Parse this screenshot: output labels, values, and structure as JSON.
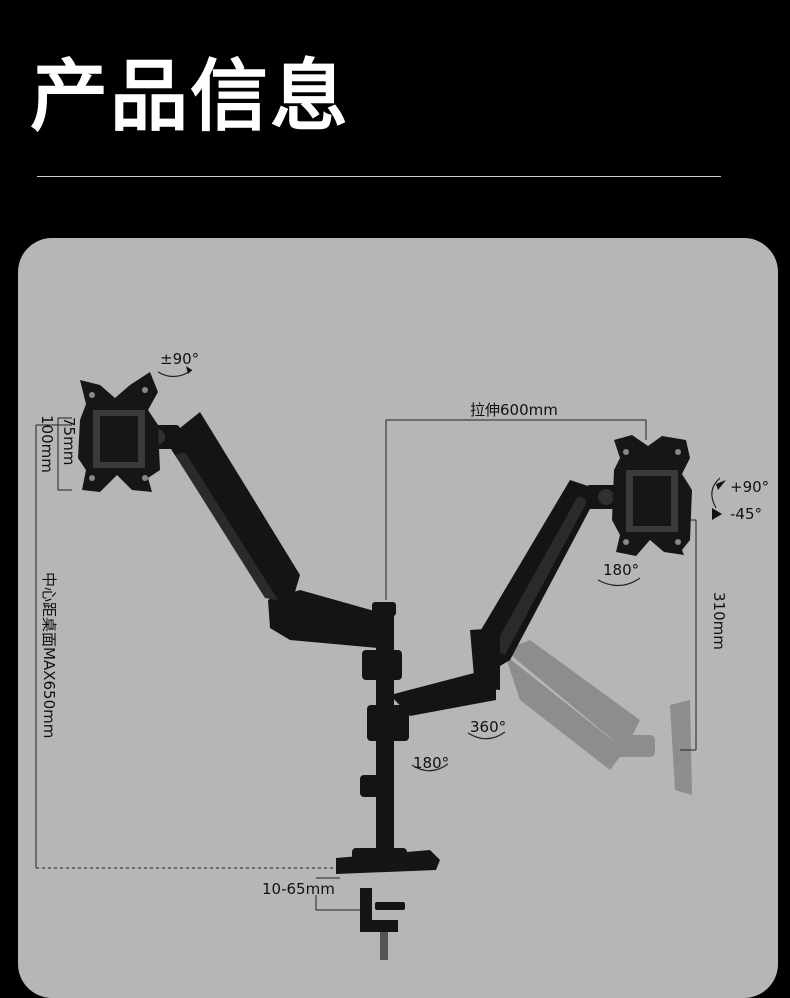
{
  "header": {
    "title": "产品信息"
  },
  "diagram": {
    "labels": {
      "tilt_left": "±90°",
      "vesa_75": "75mm",
      "vesa_100": "100mm",
      "extension": "拉伸600mm",
      "rotate_up": "+90°",
      "rotate_down": "-45°",
      "swivel_right_head": "180°",
      "height_310": "310mm",
      "center_height": "中心距桌面MAX650mm",
      "swivel_arm": "360°",
      "swivel_base": "180°",
      "clamp_range": "10-65mm"
    }
  },
  "colors": {
    "background": "#000000",
    "panel": "#b6b6b6",
    "product": "#141414"
  }
}
